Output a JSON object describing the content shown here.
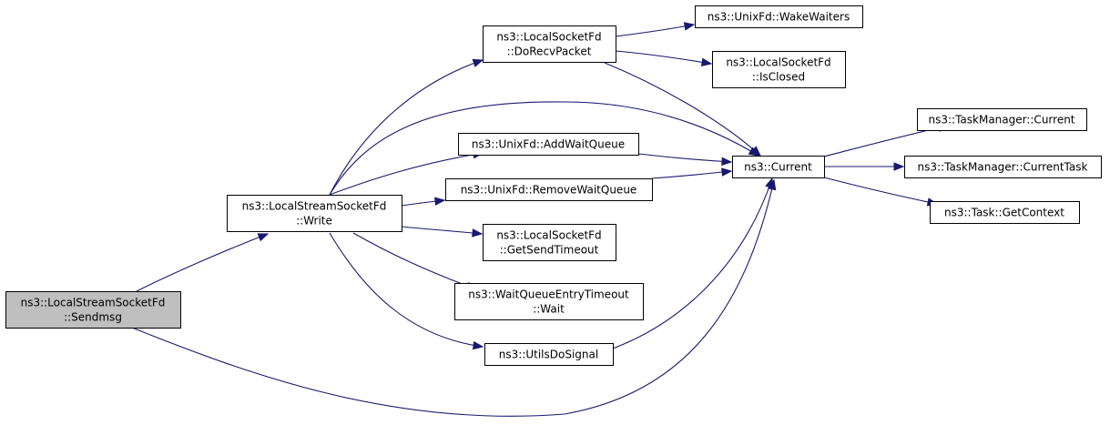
{
  "nodes": [
    {
      "id": "sendmsg",
      "lines": [
        "ns3::LocalStreamSocketFd",
        "::Sendmsg"
      ],
      "highlighted": true
    },
    {
      "id": "write",
      "lines": [
        "ns3::LocalStreamSocketFd",
        "::Write"
      ]
    },
    {
      "id": "dorecvpacket",
      "lines": [
        "ns3::LocalSocketFd",
        "::DoRecvPacket"
      ]
    },
    {
      "id": "wakewaiters",
      "lines": [
        "ns3::UnixFd::WakeWaiters"
      ]
    },
    {
      "id": "isclosed",
      "lines": [
        "ns3::LocalSocketFd",
        "::IsClosed"
      ]
    },
    {
      "id": "addwaitqueue",
      "lines": [
        "ns3::UnixFd::AddWaitQueue"
      ]
    },
    {
      "id": "removewaitqueue",
      "lines": [
        "ns3::UnixFd::RemoveWaitQueue"
      ]
    },
    {
      "id": "getsendtimeout",
      "lines": [
        "ns3::LocalSocketFd",
        "::GetSendTimeout"
      ]
    },
    {
      "id": "wait",
      "lines": [
        "ns3::WaitQueueEntryTimeout",
        "::Wait"
      ]
    },
    {
      "id": "utilsdosignal",
      "lines": [
        "ns3::UtilsDoSignal"
      ]
    },
    {
      "id": "current",
      "lines": [
        "ns3::Current"
      ]
    },
    {
      "id": "tm_current",
      "lines": [
        "ns3::TaskManager::Current"
      ]
    },
    {
      "id": "tm_currenttask",
      "lines": [
        "ns3::TaskManager::CurrentTask"
      ]
    },
    {
      "id": "getcontext",
      "lines": [
        "ns3::Task::GetContext"
      ]
    }
  ],
  "edges": [
    {
      "from": "sendmsg",
      "to": "write"
    },
    {
      "from": "sendmsg",
      "to": "current"
    },
    {
      "from": "write",
      "to": "dorecvpacket"
    },
    {
      "from": "write",
      "to": "current"
    },
    {
      "from": "write",
      "to": "addwaitqueue"
    },
    {
      "from": "write",
      "to": "removewaitqueue"
    },
    {
      "from": "write",
      "to": "getsendtimeout"
    },
    {
      "from": "write",
      "to": "wait"
    },
    {
      "from": "write",
      "to": "utilsdosignal"
    },
    {
      "from": "dorecvpacket",
      "to": "wakewaiters"
    },
    {
      "from": "dorecvpacket",
      "to": "isclosed"
    },
    {
      "from": "dorecvpacket",
      "to": "current"
    },
    {
      "from": "addwaitqueue",
      "to": "current"
    },
    {
      "from": "removewaitqueue",
      "to": "current"
    },
    {
      "from": "utilsdosignal",
      "to": "current"
    },
    {
      "from": "current",
      "to": "tm_current"
    },
    {
      "from": "current",
      "to": "tm_currenttask"
    },
    {
      "from": "current",
      "to": "getcontext"
    }
  ],
  "colors": {
    "edge": "#191970",
    "highlight_fill": "#bfbfbf",
    "border": "#000000"
  }
}
